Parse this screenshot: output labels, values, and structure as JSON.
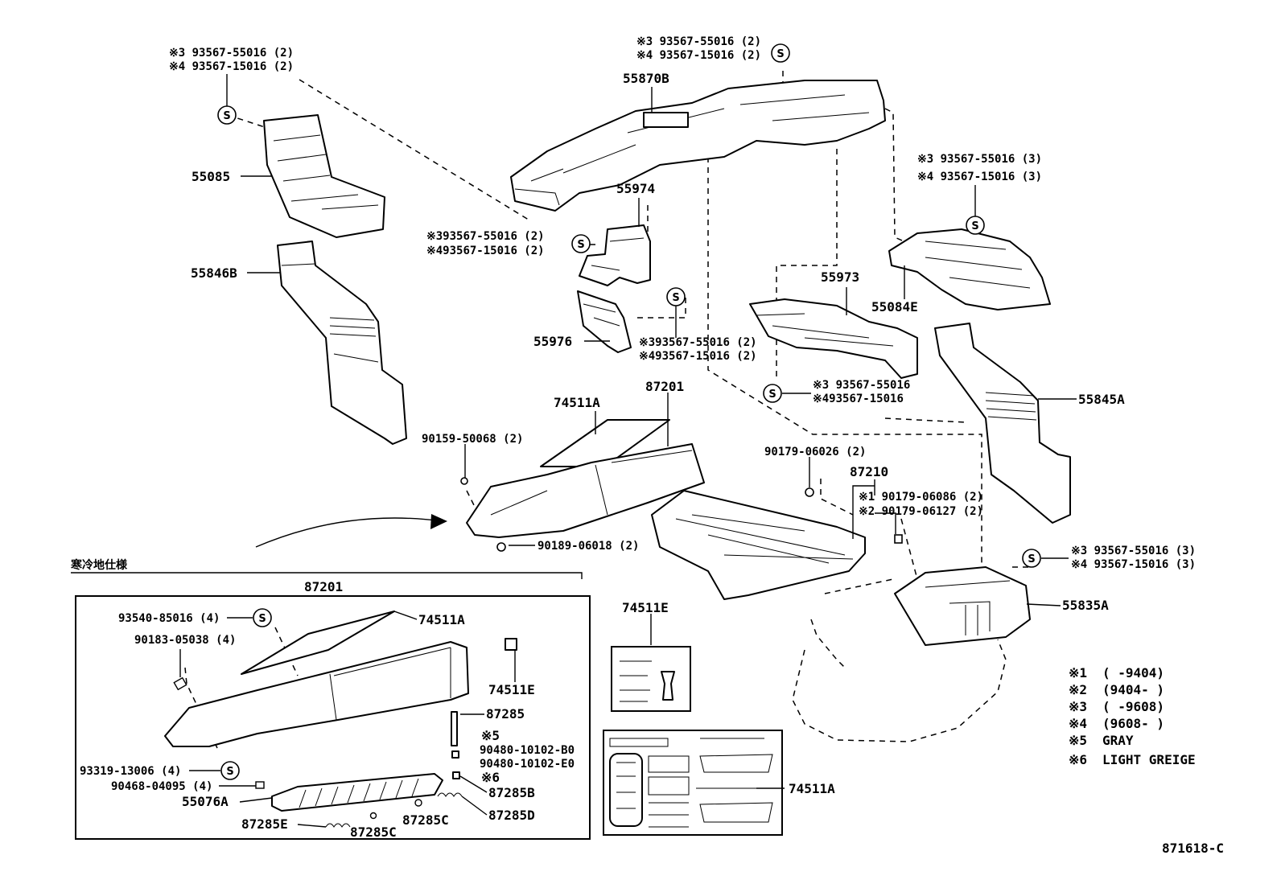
{
  "callouts": {
    "c1": [
      "※3 93567-55016 (2)",
      "※4 93567-15016 (2)"
    ],
    "c2": [
      "※3 93567-55016 (2)",
      "※4 93567-15016 (2)"
    ],
    "c3": [
      "※3 93567-55016 (3)",
      "※4 93567-15016 (3)"
    ],
    "c4": [
      "※393567-55016 (2)",
      "※493567-15016 (2)"
    ],
    "c5": [
      "※393567-55016 (2)",
      "※493567-15016 (2)"
    ],
    "c6": [
      "※3 93567-55016",
      "※493567-15016"
    ],
    "c7": [
      "※3 93567-55016 (3)",
      "※4 93567-15016 (3)"
    ],
    "c8": [
      "※1 90179-06086 (2)",
      "※2 90179-06127 (2)"
    ]
  },
  "parts": {
    "p55085": "55085",
    "p55846B": "55846B",
    "p55870B": "55870B",
    "p55974": "55974",
    "p55976": "55976",
    "p55973": "55973",
    "p55084E": "55084E",
    "p55845A": "55845A",
    "p74511A_top": "74511A",
    "p87201_top": "87201",
    "p90159": "90159-50068 (2)",
    "p90189": "90189-06018 (2)",
    "p90179a": "90179-06026 (2)",
    "p87210": "87210",
    "p55835A": "55835A",
    "p74511E_mid": "74511E",
    "p74511A_mid": "74511A"
  },
  "inset": {
    "heading": "寒冷地仕様",
    "title": "87201",
    "labels": {
      "l93540": "93540-85016 (4)",
      "l74511A": "74511A",
      "l90183": "90183-05038 (4)",
      "l74511E": "74511E",
      "l87285": "87285",
      "l_s5": "※5",
      "l90480B0": "90480-10102-B0",
      "l90480E0": "90480-10102-E0",
      "l_s6": "※6",
      "l93319": "93319-13006 (4)",
      "l90468": "90468-04095 (4)",
      "l55076A": "55076A",
      "l87285B": "87285B",
      "l87285E": "87285E",
      "l87285C1": "87285C",
      "l87285C2": "87285C",
      "l87285D": "87285D"
    }
  },
  "legend": [
    {
      "key": "※1",
      "text": "(      -9404)"
    },
    {
      "key": "※2",
      "text": "(9404-      )"
    },
    {
      "key": "※3",
      "text": "(      -9608)"
    },
    {
      "key": "※4",
      "text": "(9608-      )"
    },
    {
      "key": "※5",
      "text": "GRAY"
    },
    {
      "key": "※6",
      "text": "LIGHT GREIGE"
    }
  ],
  "symbol": "S",
  "figure_code": "871618-C"
}
